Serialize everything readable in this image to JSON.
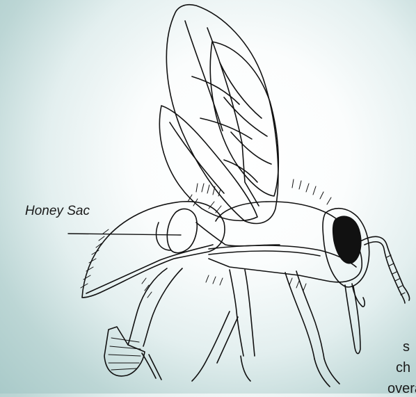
{
  "labels": {
    "honey_sac": "Honey Sac",
    "edge_fragment_1": "s",
    "edge_fragment_2": "ch",
    "edge_fragment_3": "overa"
  },
  "icons": [
    "bee-illustration"
  ],
  "colors": {
    "line": "#111111",
    "background_center": "#ffffff",
    "background_edge": "#a9cac9"
  }
}
